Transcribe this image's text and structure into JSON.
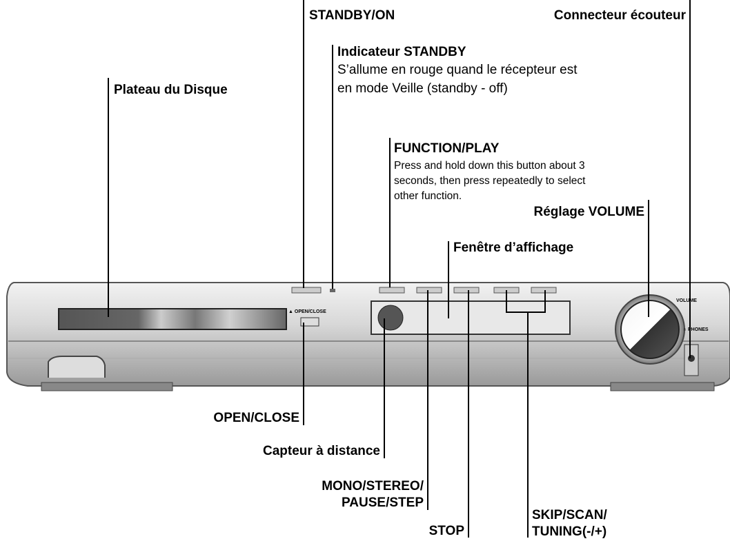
{
  "labels": {
    "standby_on": "STANDBY/ON",
    "connecteur": "Connecteur écouteur",
    "indicateur_title": "Indicateur STANDBY",
    "indicateur_desc_1": "S’allume en rouge quand le récepteur est",
    "indicateur_desc_2": "en mode Veille (standby - off)",
    "plateau": "Plateau du Disque",
    "function_play": "FUNCTION/PLAY",
    "function_desc_1": "Press and hold down this button about 3",
    "function_desc_2": "seconds, then press repeatedly to select",
    "function_desc_3": "other function.",
    "reglage_volume": "Réglage VOLUME",
    "fenetre": "Fenêtre d’affichage",
    "open_close": "OPEN/CLOSE",
    "capteur": "Capteur à distance",
    "mono_1": "MONO/STEREO/",
    "mono_2": "PAUSE/STEP",
    "stop": "STOP",
    "skip_1": "SKIP/SCAN/",
    "skip_2": "TUNING(-/+)"
  },
  "device_text": {
    "open_close": "▲ OPEN/CLOSE",
    "volume": "VOLUME",
    "phones": "∩ PHONES"
  }
}
